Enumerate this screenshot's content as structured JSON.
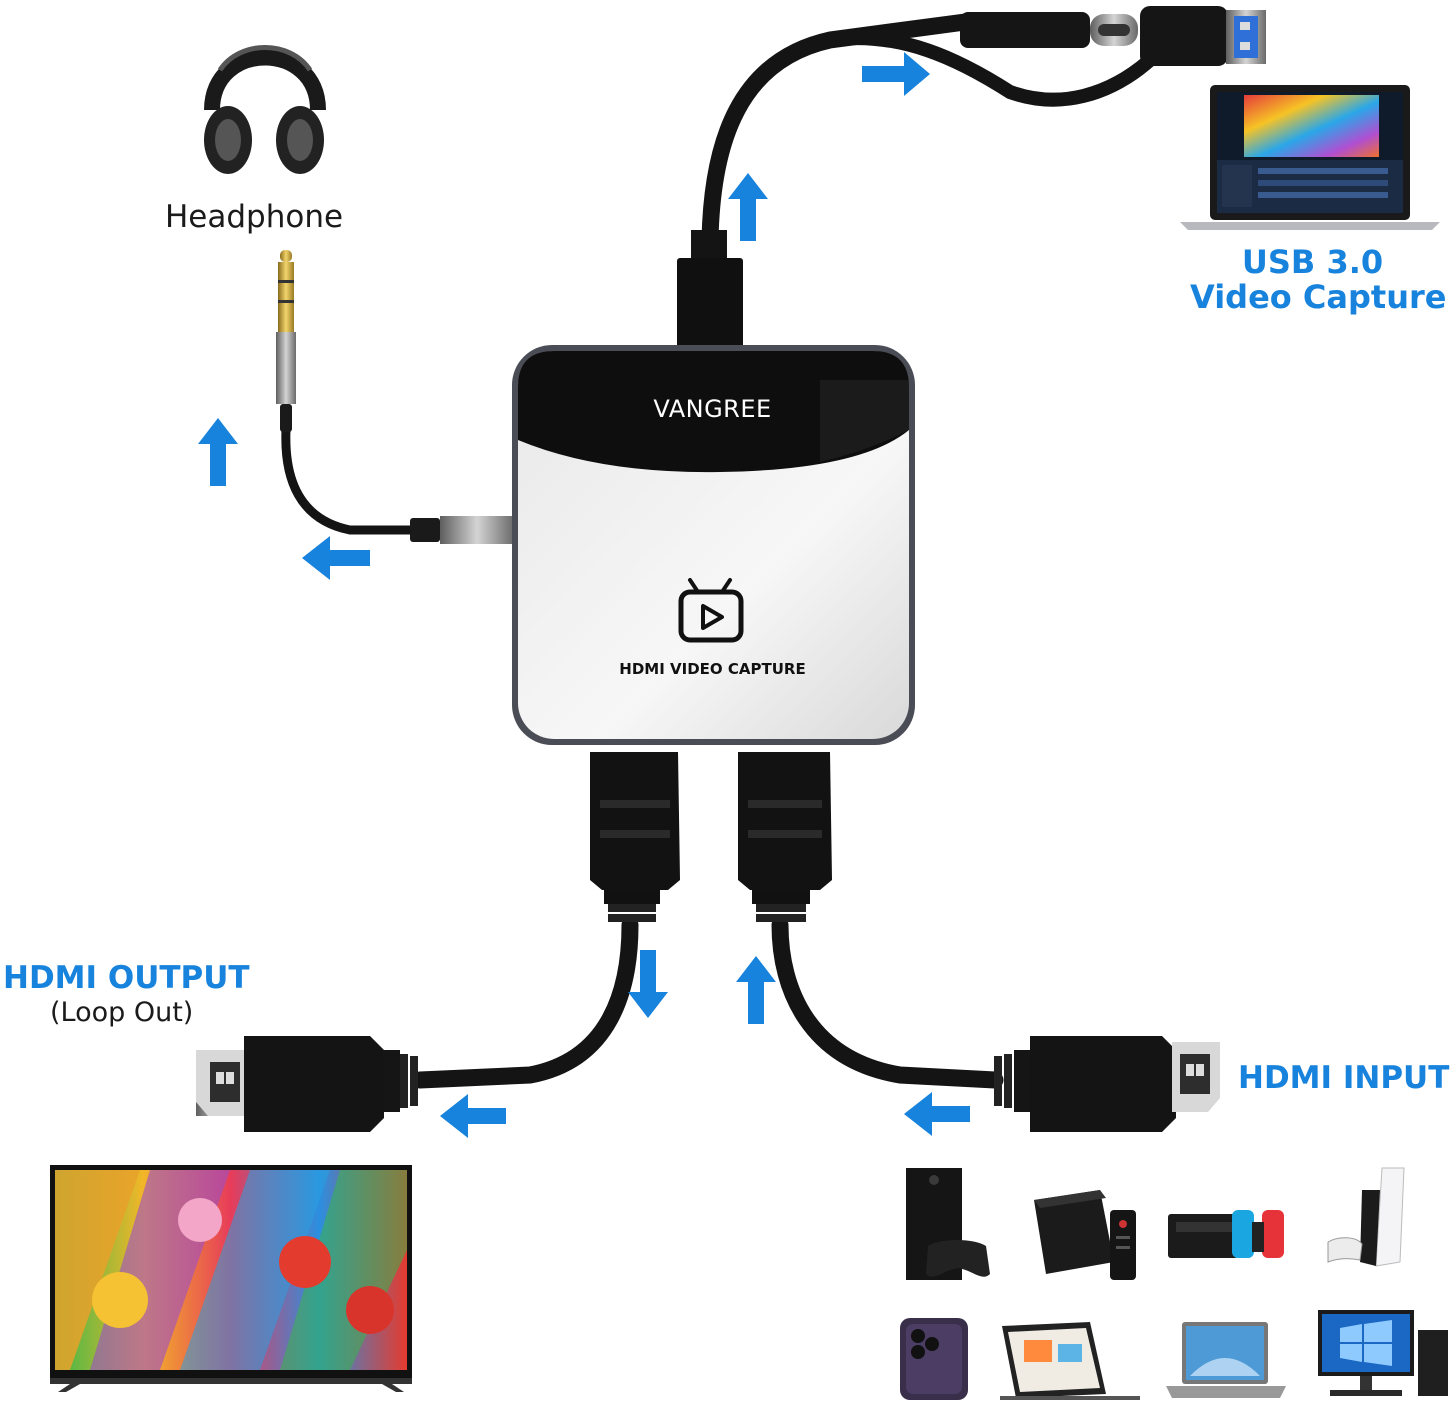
{
  "labels": {
    "headphone": "Headphone",
    "usb_line1": "USB 3.0",
    "usb_line2": "Video Capture",
    "hdmi_output": "HDMI OUTPUT",
    "hdmi_output_sub": "(Loop Out)",
    "hdmi_input": "HDMI INPUT"
  },
  "device": {
    "brand": "VANGREE",
    "caption": "HDMI VIDEO CAPTURE"
  },
  "colors": {
    "accent_blue": "#1883dd",
    "device_black": "#0e0e0e",
    "device_white": "#f1f1f1",
    "cable": "#141414"
  },
  "icons": [
    "headphone-icon",
    "laptop-icon",
    "tv-play-icon",
    "television-icon",
    "game-console-icon",
    "tv-box-icon",
    "switch-console-icon",
    "ps5-console-icon",
    "phone-icon",
    "tablet-icon",
    "laptop-small-icon",
    "desktop-pc-icon"
  ]
}
